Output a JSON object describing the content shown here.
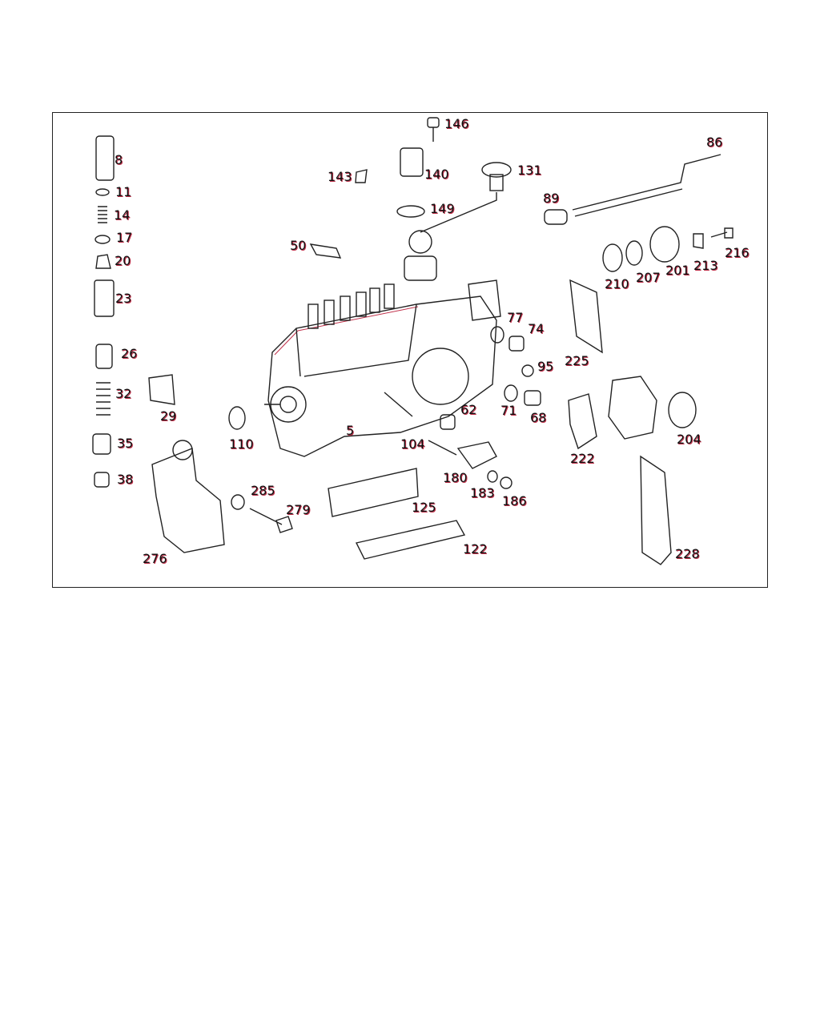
{
  "diagram": {
    "labels": [
      "146",
      "8",
      "86",
      "143",
      "140",
      "131",
      "11",
      "89",
      "149",
      "14",
      "17",
      "50",
      "216",
      "20",
      "213",
      "201",
      "207",
      "210",
      "23",
      "77",
      "74",
      "26",
      "225",
      "95",
      "32",
      "71",
      "68",
      "62",
      "29",
      "5",
      "110",
      "104",
      "204",
      "35",
      "222",
      "38",
      "180",
      "285",
      "183",
      "186",
      "279",
      "125",
      "122",
      "228",
      "276"
    ]
  }
}
